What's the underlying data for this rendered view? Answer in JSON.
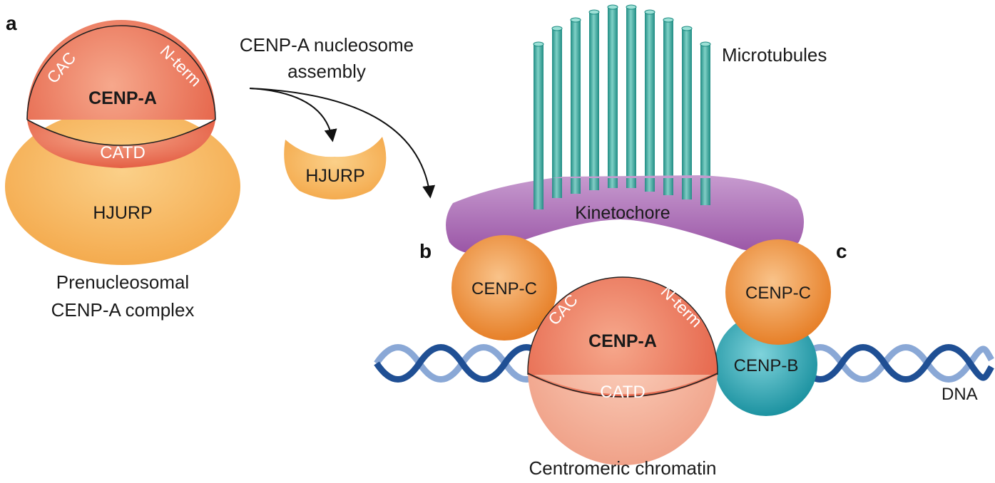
{
  "panels": {
    "a": "a",
    "b": "b",
    "c": "c"
  },
  "complex": {
    "cenpa": "CENP-A",
    "cac": "CAC",
    "nterm": "N-term",
    "catd": "CATD",
    "hjurp": "HJURP",
    "caption_line1": "Prenucleosomal",
    "caption_line2": "CENP-A complex"
  },
  "assembly": {
    "label_line1": "CENP-A nucleosome",
    "label_line2": "assembly",
    "hjurp": "HJURP"
  },
  "chromatin": {
    "microtubules": "Microtubules",
    "kinetochore": "Kinetochore",
    "cenpc_left": "CENP-C",
    "cenpc_right": "CENP-C",
    "cenpa": "CENP-A",
    "cac": "CAC",
    "nterm": "N-term",
    "catd": "CATD",
    "cenpb": "CENP-B",
    "dna": "DNA",
    "caption": "Centromeric chromatin"
  },
  "colors": {
    "cenpa": "#e8735a",
    "hjurp": "#f5a84e",
    "kinetochore": "#a664b0",
    "cenpc": "#ec8a2f",
    "cenpb": "#1e9fae",
    "microtubule": "#3aaaa0",
    "dna_dark": "#1f4f94",
    "dna_light": "#8aa8d6"
  }
}
